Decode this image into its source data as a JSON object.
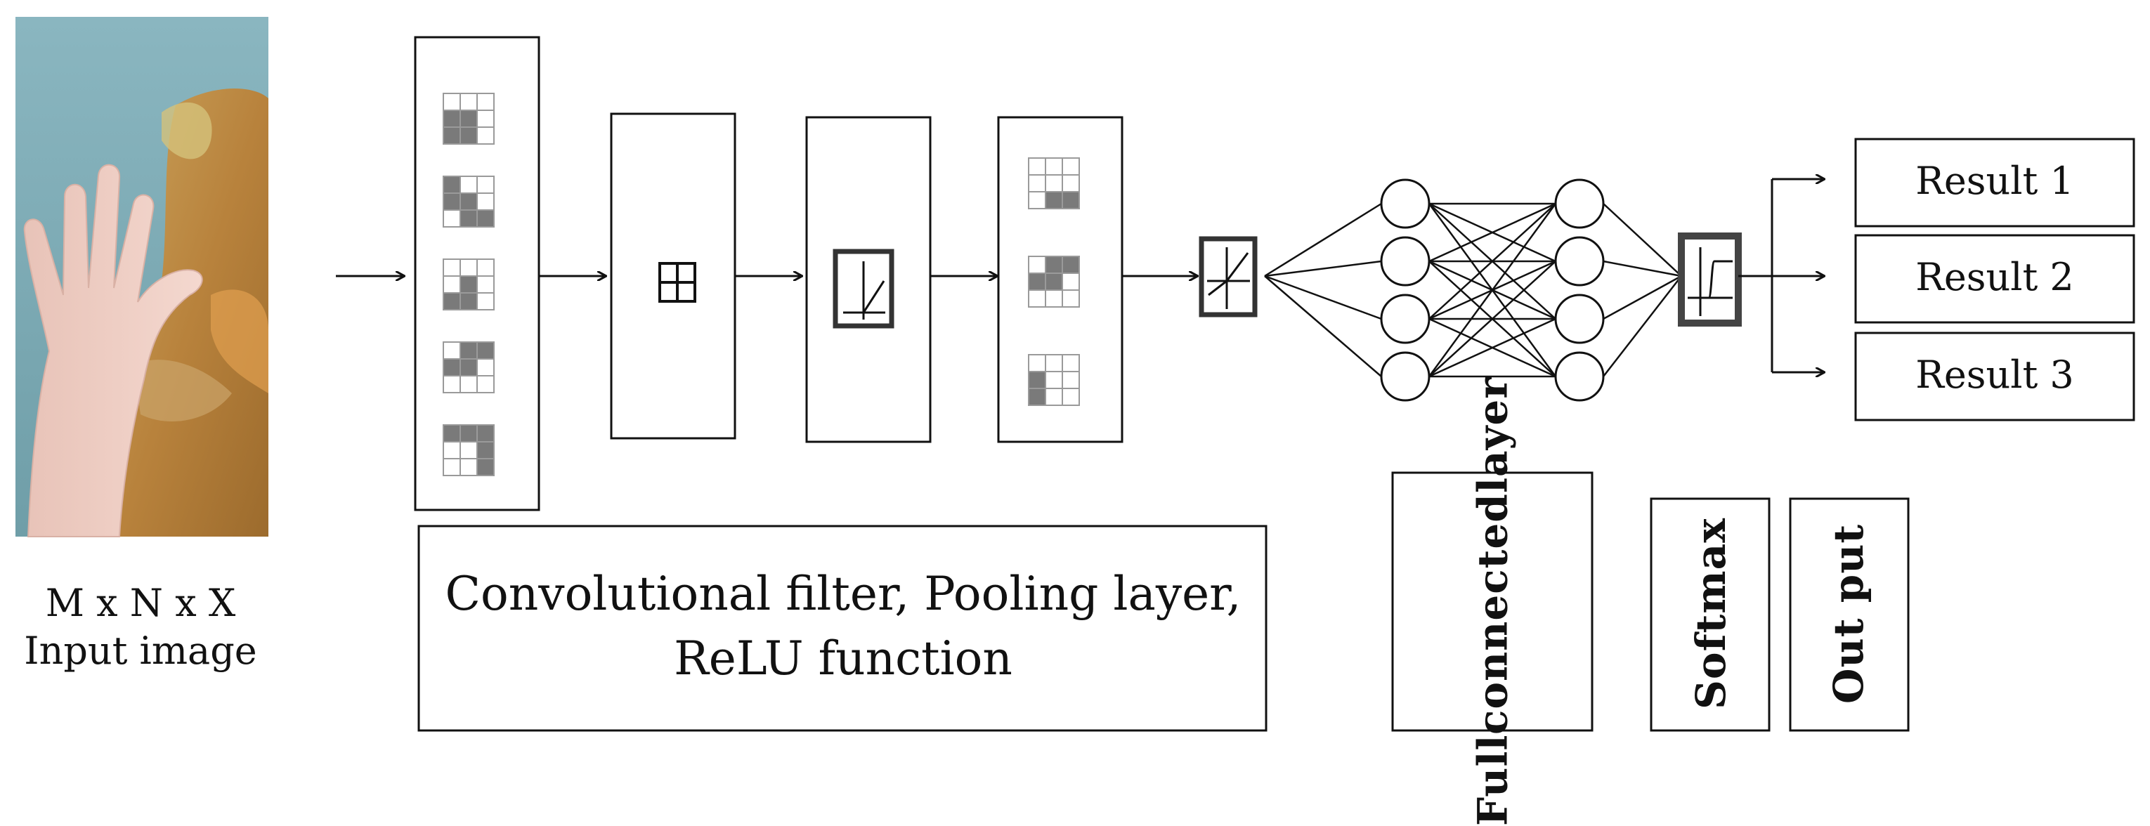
{
  "input": {
    "dimension_label": "M x N x X",
    "caption": "Input image"
  },
  "conv_block": {
    "caption_line1": "Convolutional filter, Pooling layer,",
    "caption_line2": "ReLU function"
  },
  "fully_connected": {
    "label_line1": "Full",
    "label_line2": "connected",
    "label_line3": "layer",
    "input_neurons": 4,
    "output_neurons": 4
  },
  "softmax": {
    "label": "Softmax"
  },
  "output": {
    "label": "Out put"
  },
  "results": [
    "Result 1",
    "Result 2",
    "Result 3"
  ],
  "filter_patterns": [
    [
      0,
      0,
      0,
      1,
      1,
      0,
      1,
      1,
      0
    ],
    [
      1,
      0,
      0,
      1,
      1,
      0,
      0,
      1,
      1
    ],
    [
      0,
      0,
      0,
      0,
      1,
      0,
      1,
      1,
      0
    ],
    [
      0,
      1,
      1,
      1,
      1,
      0,
      0,
      0,
      0
    ],
    [
      1,
      1,
      1,
      0,
      0,
      1,
      0,
      0,
      1
    ]
  ],
  "pooled_patterns": [
    [
      0,
      0,
      0,
      0,
      0,
      0,
      0,
      1,
      1
    ],
    [
      0,
      1,
      1,
      1,
      1,
      0,
      0,
      0,
      0
    ],
    [
      0,
      0,
      0,
      1,
      0,
      0,
      1,
      0,
      0
    ]
  ],
  "colors": {
    "stroke": "#111111",
    "filled_cell": "#7a7a7a",
    "empty_cell": "#ffffff",
    "grid_line": "#9a9a9a"
  }
}
